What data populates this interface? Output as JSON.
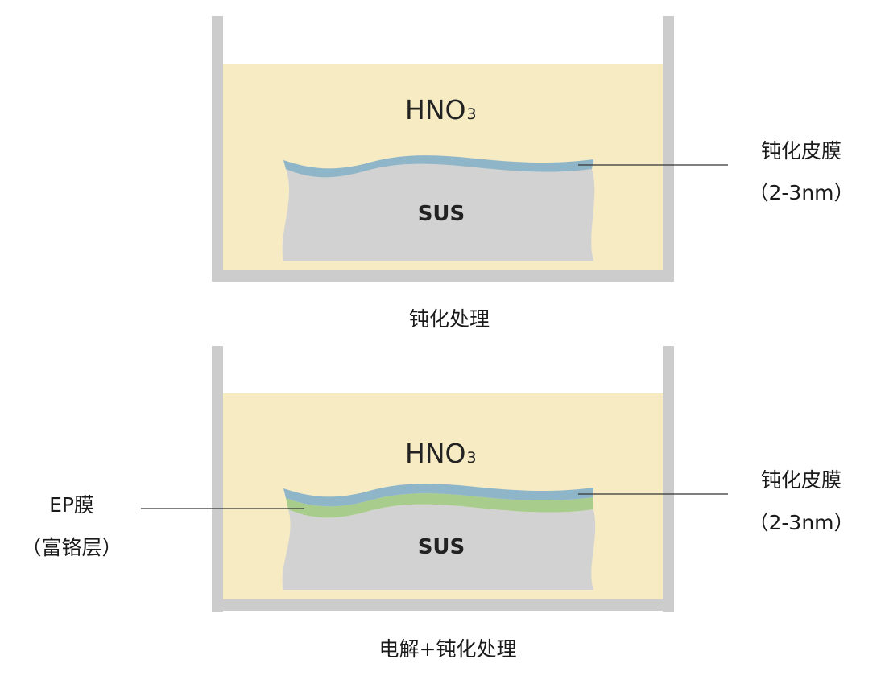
{
  "colors": {
    "tank": "#cccccc",
    "solution": "#f7ebc4",
    "metal": "#d2d2d2",
    "passive_film": "#8fb5c9",
    "ep_film": "#a7cc8c",
    "leader_line": "#333333"
  },
  "panels": [
    {
      "solution_formula_main": "HNO",
      "solution_formula_sub": "3",
      "substrate_label": "SUS",
      "passive_film_label": "钝化皮膜",
      "passive_film_thickness": "（2-3nm）",
      "caption": "钝化处理"
    },
    {
      "solution_formula_main": "HNO",
      "solution_formula_sub": "3",
      "substrate_label": "SUS",
      "passive_film_label": "钝化皮膜",
      "passive_film_thickness": "（2-3nm）",
      "ep_film_label": "EP膜",
      "ep_film_detail": "（富铬层）",
      "caption": "电解+钝化处理"
    }
  ]
}
